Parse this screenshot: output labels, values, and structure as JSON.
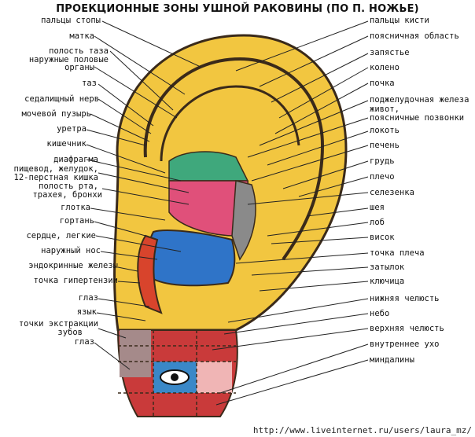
{
  "title": "ПРОЕКЦИОННЫЕ ЗОНЫ УШНОЙ РАКОВИНЫ (ПО П. НОЖЬЕ)",
  "labels_left": [
    "пальцы стопы",
    "матка",
    "полость таза",
    "наружные половые",
    "органы",
    "таз",
    "седалищный нерв",
    "мочевой пузырь",
    "уретра",
    "кишечник",
    "диафрагма",
    "пищевод, желудок,",
    "12-перстная кишка",
    "полость рта,",
    "трахея, бронхи",
    "глотка",
    "гортань",
    "сердце, легкие",
    "наружный нос",
    "эндокринные железы",
    "точка гипертензии",
    "глаз",
    "язык",
    "точки экстракции",
    "зубов",
    "глаз"
  ],
  "labels_right": [
    "пальцы кисти",
    "поясничная область",
    "запястье",
    "колено",
    "почка",
    "поджелудочная железа",
    "живот,",
    "поясничные позвонки",
    "локоть",
    "печень",
    "грудь",
    "плечо",
    "селезенка",
    "шея",
    "лоб",
    "висок",
    "точка плеча",
    "затылок",
    "ключица",
    "нижняя челюсть",
    "небо",
    "верхняя челюсть",
    "внутреннее ухо",
    "миндалины"
  ],
  "watermark": "http://www.liveinternet.ru/users/laura_mz/"
}
